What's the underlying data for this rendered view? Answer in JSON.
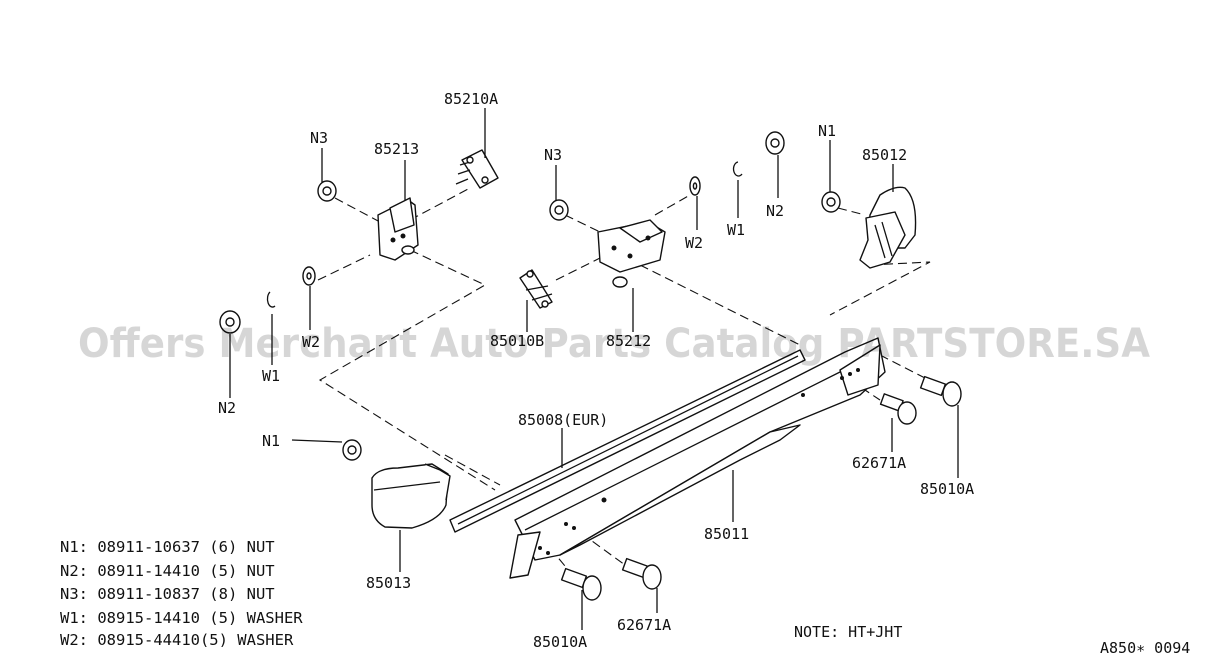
{
  "callouts": {
    "p85210A": "85210A",
    "p85213": "85213",
    "n3_left": "N3",
    "n3_mid": "N3",
    "n1_right": "N1",
    "p85012": "85012",
    "w1_mid": "W1",
    "n2_mid": "N2",
    "w2_mid": "W2",
    "p85010B": "85010B",
    "p85212": "85212",
    "w2_left": "W2",
    "w1_left": "W1",
    "n2_left": "N2",
    "p85008": "85008(EUR)",
    "n1_left": "N1",
    "p85013": "85013",
    "p85011": "85011",
    "p62671A_right": "62671A",
    "p85010A_right": "85010A",
    "p62671A_bottom": "62671A",
    "p85010A_bottom": "85010A"
  },
  "legend": [
    "N1: 08911-10637 (6) NUT",
    "N2: 08911-14410 (5) NUT",
    "N3: 08911-10837 (8) NUT",
    "W1: 08915-14410 (5) WASHER",
    "W2: 08915-44410(5) WASHER"
  ],
  "note": "NOTE: HT+JHT",
  "figure_code": "A850∗ 0094",
  "watermark": "Offers Merchant Auto Parts Catalog PARTSTORE.SA"
}
